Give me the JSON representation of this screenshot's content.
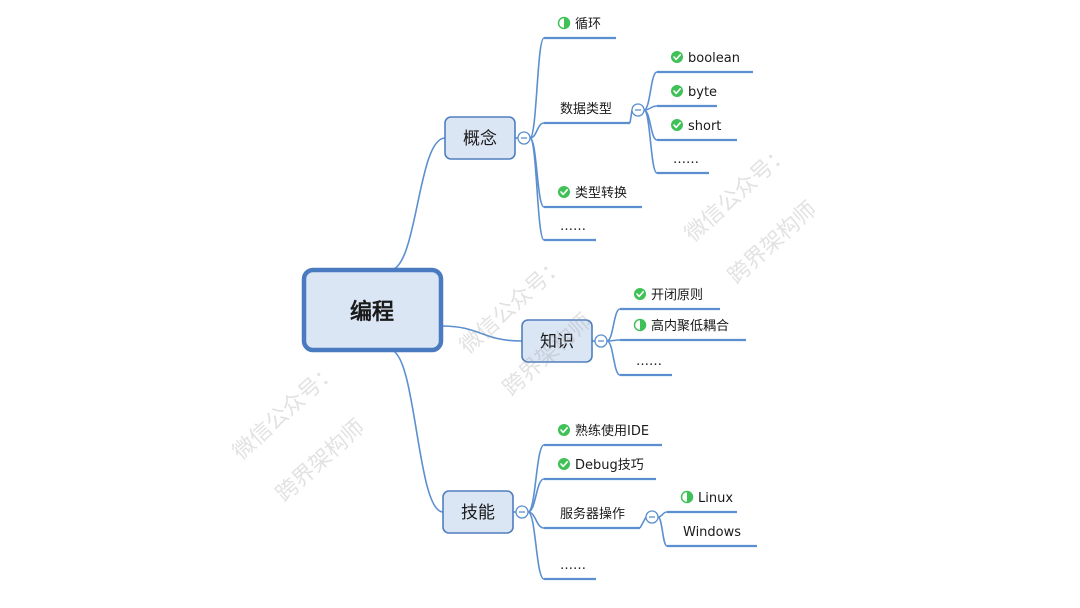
{
  "root": {
    "label": "编程"
  },
  "branches": [
    {
      "id": "concept",
      "label": "概念",
      "children": [
        {
          "id": "loop",
          "label": "循环",
          "status": "partial"
        },
        {
          "id": "datatype",
          "label": "数据类型",
          "children": [
            {
              "id": "boolean",
              "label": "boolean",
              "status": "done"
            },
            {
              "id": "byte",
              "label": "byte",
              "status": "done"
            },
            {
              "id": "short",
              "label": "short",
              "status": "done"
            },
            {
              "id": "dt-more",
              "label": "……"
            }
          ]
        },
        {
          "id": "typecast",
          "label": "类型转换",
          "status": "done"
        },
        {
          "id": "concept-more",
          "label": "……"
        }
      ]
    },
    {
      "id": "knowledge",
      "label": "知识",
      "children": [
        {
          "id": "ocp",
          "label": "开闭原则",
          "status": "done"
        },
        {
          "id": "cohesion",
          "label": "高内聚低耦合",
          "status": "partial"
        },
        {
          "id": "knowledge-more",
          "label": "……"
        }
      ]
    },
    {
      "id": "skill",
      "label": "技能",
      "children": [
        {
          "id": "ide",
          "label": "熟练使用IDE",
          "status": "done"
        },
        {
          "id": "debug",
          "label": "Debug技巧",
          "status": "done"
        },
        {
          "id": "server",
          "label": "服务器操作",
          "children": [
            {
              "id": "linux",
              "label": "Linux",
              "status": "partial"
            },
            {
              "id": "windows",
              "label": "Windows"
            }
          ]
        },
        {
          "id": "skill-more",
          "label": "……"
        }
      ]
    }
  ],
  "watermark": {
    "line1": "微信公众号：",
    "line2": "跨界架构师"
  },
  "colors": {
    "line": "#5b8fd0",
    "nodeFill": "#dbe6f5",
    "nodeBorder": "#4f7fbf",
    "done": "#3fc157",
    "text": "#1a1a1a"
  }
}
